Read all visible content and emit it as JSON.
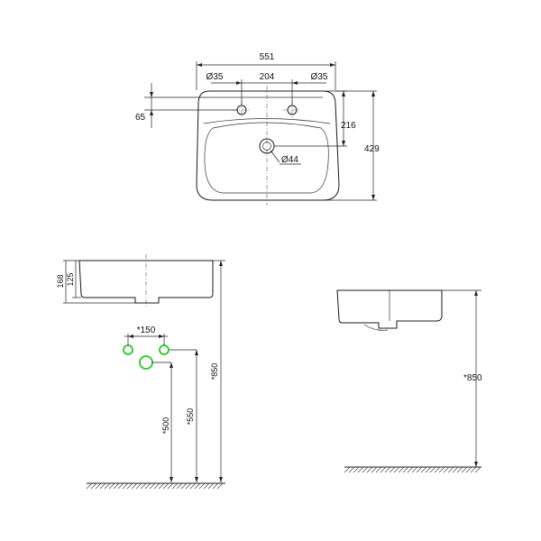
{
  "top_view": {
    "width": "551",
    "hole_left": "Ø35",
    "hole_spacing": "204",
    "hole_right": "Ø35",
    "hole_offset": "65",
    "drain_depth": "216",
    "depth": "429",
    "drain": "Ø44"
  },
  "side_view_left": {
    "total_height": "168",
    "bowl_height": "125",
    "pipe_spacing": "*150",
    "water_height": "*500",
    "drain_height": "*550",
    "mount_height": "*850"
  },
  "side_view_right": {
    "mount_height": "*850"
  },
  "colors": {
    "line": "#1a1a1a",
    "connection": "#22cc22"
  }
}
